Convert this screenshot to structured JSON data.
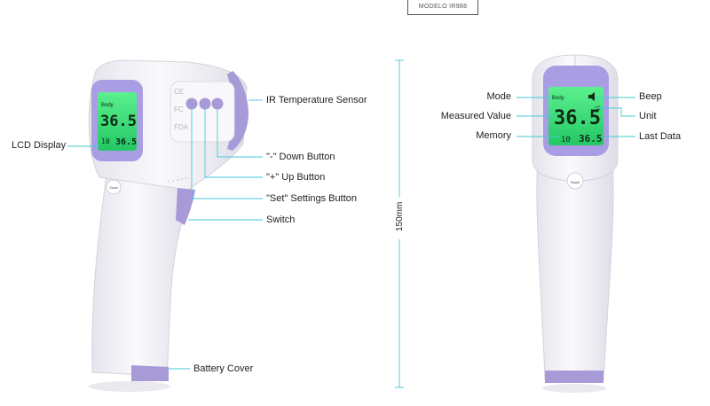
{
  "model_tag": "MODELO IR988",
  "dimension_label": "150mm",
  "colors": {
    "leader_line": "#47c7d6",
    "body": "#f3f3f6",
    "body_shade": "#e2e2ea",
    "accent_purple": "#a89ad6",
    "lcd_green": "#37e27a",
    "lcd_frame": "#a99ee3"
  },
  "side_view": {
    "labels": {
      "lcd_display": "LCD Display",
      "ir_sensor": "IR Temperature Sensor",
      "down_button": "\"-\" Down Button",
      "up_button": "\"+\" Up Button",
      "set_button": "\"Set\" Settings Button",
      "switch": "Switch",
      "battery_cover": "Battery Cover"
    },
    "lcd": {
      "mode": "Body",
      "reading": "36.5",
      "memory": "10",
      "last": "36.5"
    },
    "badge": "Saudi"
  },
  "front_view": {
    "labels": {
      "mode": "Mode",
      "measured_value": "Measured Value",
      "memory": "Memory",
      "beep": "Beep",
      "unit": "Unit",
      "last_data": "Last Data"
    },
    "lcd": {
      "mode": "Body",
      "reading": "36.5",
      "unit": "°C",
      "memory": "10",
      "last": "36.5"
    },
    "badge": "Saudi"
  }
}
